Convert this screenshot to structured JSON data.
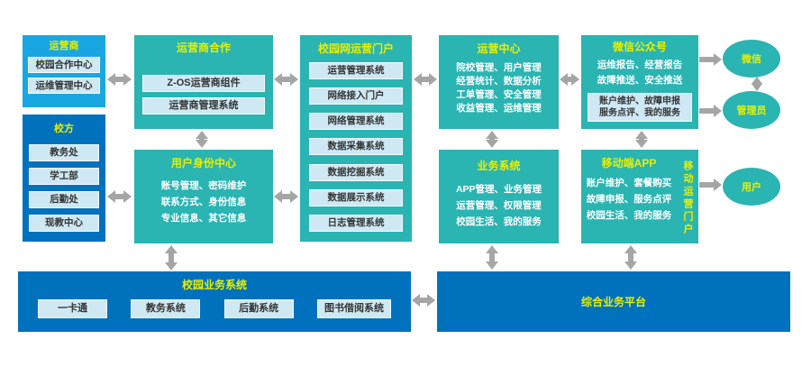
{
  "colors": {
    "teal": "#2ab4b2",
    "blue": "#1aa6e0",
    "navy": "#0071bc",
    "yellow": "#e8f000",
    "subbox": "#cfe9f4",
    "arrow": "#a5a5a5",
    "dark": "#333333"
  },
  "operator": {
    "title": "运营商",
    "items": [
      "校园合作中心",
      "运维管理中心"
    ]
  },
  "school": {
    "title": "校方",
    "items": [
      "教务处",
      "学工部",
      "后勤处",
      "现教中心"
    ]
  },
  "op_coop": {
    "title": "运营商合作",
    "items": [
      "Z-OS运营商组件",
      "运营商管理系统"
    ]
  },
  "identity": {
    "title": "用户身份中心",
    "lines": [
      "账号管理、密码维护",
      "联系方式、身份信息",
      "专业信息、其它信息"
    ]
  },
  "portal": {
    "title": "校园网运营门户",
    "items": [
      "运营管理系统",
      "网络接入门户",
      "网络管理系统",
      "数据采集系统",
      "数据挖掘系统",
      "数据展示系统",
      "日志管理系统"
    ]
  },
  "op_center": {
    "title": "运营中心",
    "lines": [
      "院校管理、用户管理",
      "经营统计、数据分析",
      "工单管理、安全管理",
      "收益管理、运维管理"
    ]
  },
  "biz_system": {
    "title": "业务系统",
    "lines": [
      "APP管理、业务管理",
      "运营管理、权限管理",
      "校园生活、我的服务"
    ]
  },
  "wechat_box": {
    "title": "微信公众号",
    "lines": [
      "运维报告、经营报告",
      "故障推送、安全推送"
    ],
    "subbox": [
      "账户维护、故障申报",
      "服务点评、我的服务"
    ]
  },
  "mobile_app": {
    "title": "移动端APP",
    "lines": [
      "账户维护、套餐购买",
      "故障申报、服务点评",
      "校园生活、我的服务"
    ],
    "side_label": "移动运营门户"
  },
  "ellipses": {
    "wechat": "微信",
    "admin": "管理员",
    "user": "用户"
  },
  "campus_biz": {
    "title": "校园业务系统",
    "items": [
      "一卡通",
      "教务系统",
      "后勤系统",
      "图书借阅系统"
    ]
  },
  "platform": {
    "title": "综合业务平台"
  }
}
